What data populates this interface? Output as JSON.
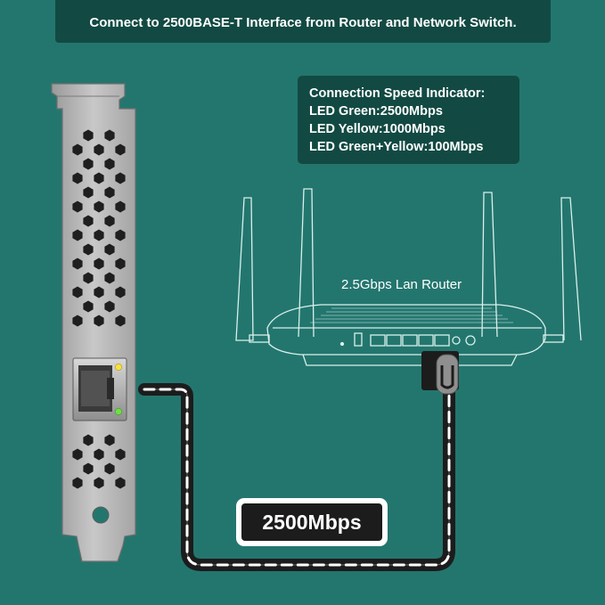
{
  "banner": {
    "text": "Connect to 2500BASE-T Interface from Router and Network Switch."
  },
  "indicator": {
    "title": "Connection Speed Indicator:",
    "lines": [
      "LED Green:2500Mbps",
      "LED Yellow:1000Mbps",
      "LED Green+Yellow:100Mbps"
    ]
  },
  "router": {
    "label": "2.5Gbps Lan Router"
  },
  "cable": {
    "speed": "2500Mbps"
  },
  "colors": {
    "background": "#23766e",
    "panel": "#124a43",
    "led_green": "#6de342",
    "led_yellow": "#ffe13a"
  }
}
